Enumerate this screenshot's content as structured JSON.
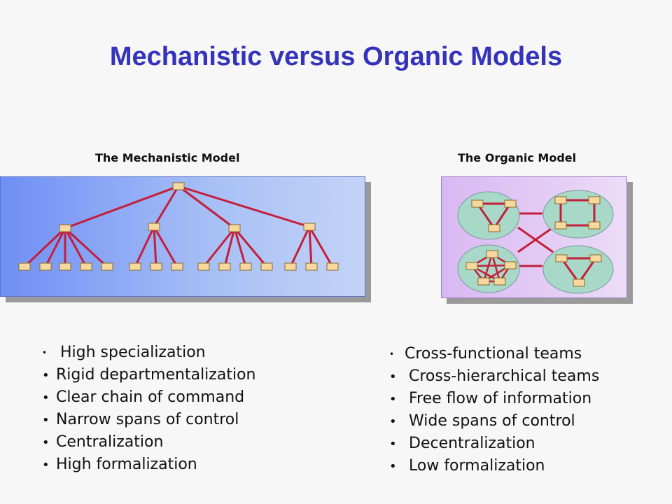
{
  "slide": {
    "title": "Mechanistic versus Organic Models"
  },
  "mechanistic": {
    "heading": "The Mechanistic Model",
    "bullets": [
      "High specialization",
      "Rigid departmentalization",
      "Clear chain of command",
      "Narrow spans of control",
      "Centralization",
      "High formalization"
    ]
  },
  "organic": {
    "heading": "The Organic Model",
    "bullets": [
      "Cross-functional teams",
      "Cross-hierarchical teams",
      "Free flow of information",
      "Wide spans of control",
      "Decentralization",
      "Low formalization"
    ]
  },
  "colors": {
    "title": "#3333bb",
    "connector": "#c41e3a",
    "node_fill": "#f7d9a0",
    "node_stroke": "#8a6a2a",
    "team_fill": "#a8d8c8"
  }
}
